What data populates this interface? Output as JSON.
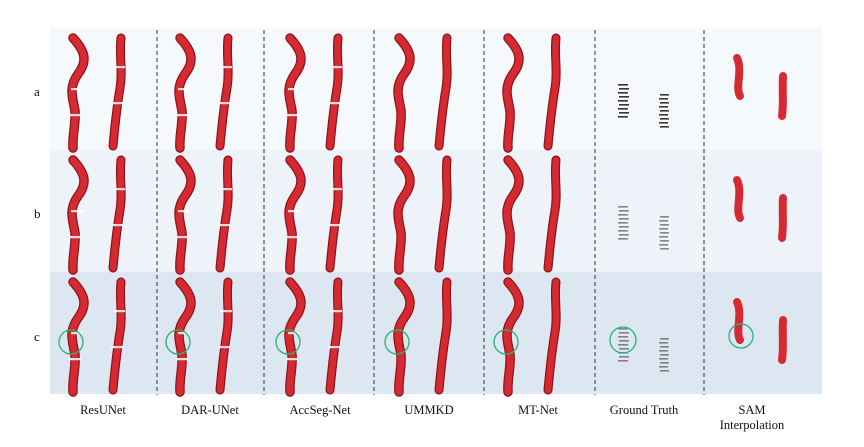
{
  "rows": [
    "a",
    "b",
    "c"
  ],
  "columns": [
    {
      "label": "ResUNet"
    },
    {
      "label": "DAR-UNet"
    },
    {
      "label": "AccSeg-Net"
    },
    {
      "label": "UMMKD"
    },
    {
      "label": "MT-Net"
    },
    {
      "label": "Ground Truth"
    },
    {
      "label": "SAM Interpolation"
    }
  ],
  "colors": {
    "vessel": "#d62a33",
    "vessel_dark": "#8f1218",
    "ground_truth": "#3a2a2a",
    "circle": "#2ab07a",
    "divider": "#333333"
  }
}
